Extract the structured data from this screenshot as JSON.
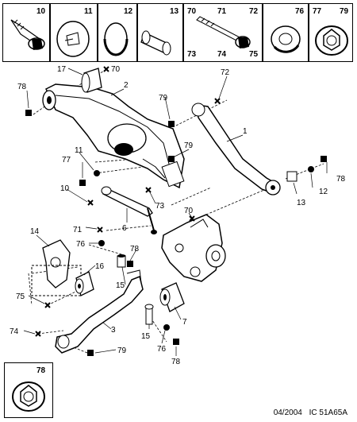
{
  "parts_strip": [
    {
      "id": "cell-10",
      "labels": [
        "10"
      ],
      "icon": "bolt-icon"
    },
    {
      "id": "cell-11",
      "labels": [
        "11"
      ],
      "icon": "tab-washer-icon"
    },
    {
      "id": "cell-12",
      "labels": [
        "12"
      ],
      "icon": "flat-washer-icon"
    },
    {
      "id": "cell-13",
      "labels": [
        "13"
      ],
      "icon": "spacer-sleeve-icon"
    },
    {
      "id": "cell-70",
      "labels": [
        "70",
        "71",
        "72",
        "73",
        "74",
        "75"
      ],
      "icon": "long-bolt-icon"
    },
    {
      "id": "cell-76",
      "labels": [
        "76"
      ],
      "icon": "nut-icon"
    },
    {
      "id": "cell-77",
      "labels": [
        "77",
        "79"
      ],
      "icon": "flange-nut-icon"
    }
  ],
  "callouts": {
    "c1": "1",
    "c2": "2",
    "c3": "3",
    "c6": "6",
    "c7": "7",
    "c10": "10",
    "c11": "11",
    "c12": "12",
    "c13": "13",
    "c14": "14",
    "c15a": "15",
    "c15b": "15",
    "c16": "16",
    "c17": "17",
    "c70a": "70",
    "c70b": "70",
    "c71": "71",
    "c72": "72",
    "c73": "73",
    "c74": "74",
    "c75": "75",
    "c76a": "76",
    "c76b": "76",
    "c77": "77",
    "c78a": "78",
    "c78b": "78",
    "c78c": "78",
    "c78d": "78",
    "c79a": "79",
    "c79b": "79",
    "c79c": "79"
  },
  "inset": {
    "label": "78",
    "icon": "flange-nut-icon"
  },
  "footer": {
    "date": "04/2004",
    "ref": "IC 51A65A"
  }
}
